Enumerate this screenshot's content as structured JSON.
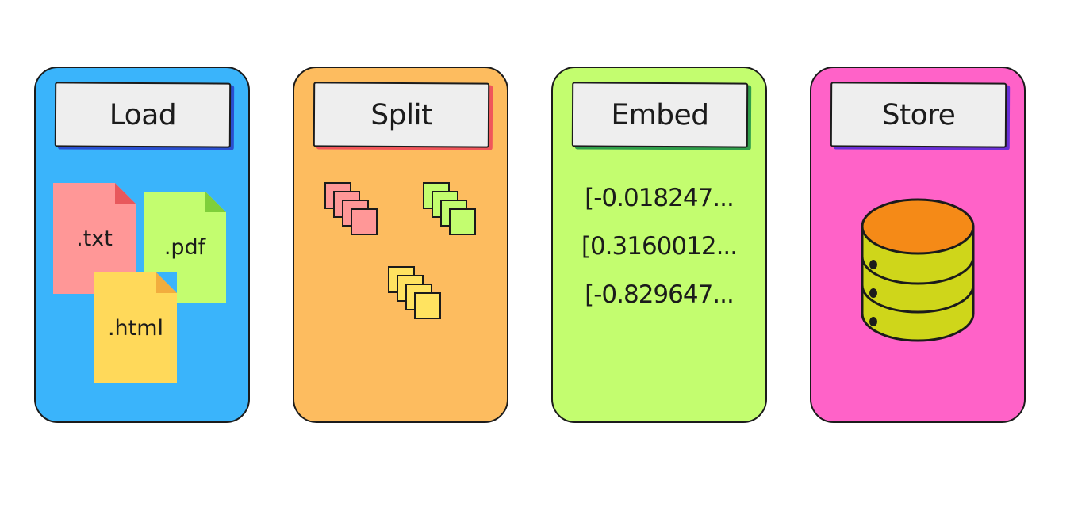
{
  "colors": {
    "load": "#3ab4fb",
    "split": "#fdbc5f",
    "embed": "#c3fd6f",
    "store": "#ff62c8",
    "label_bg": "#eeeeee",
    "doc_txt": "#ff9797",
    "doc_pdf": "#c3fd6f",
    "doc_html": "#ffd95a",
    "chunk_red": "#ff9797",
    "chunk_green": "#c3fd6f",
    "chunk_yellow": "#ffe360",
    "db_top": "#f58a17",
    "db_body": "#cfd61a"
  },
  "cards": [
    {
      "label": "Load"
    },
    {
      "label": "Split"
    },
    {
      "label": "Embed"
    },
    {
      "label": "Store"
    }
  ],
  "load": {
    "documents": [
      ".txt",
      ".pdf",
      ".html"
    ]
  },
  "embed": {
    "vectors": [
      "[-0.018247...",
      "[0.3160012...",
      "[-0.829647..."
    ]
  },
  "store": {
    "icon": "database-icon"
  }
}
